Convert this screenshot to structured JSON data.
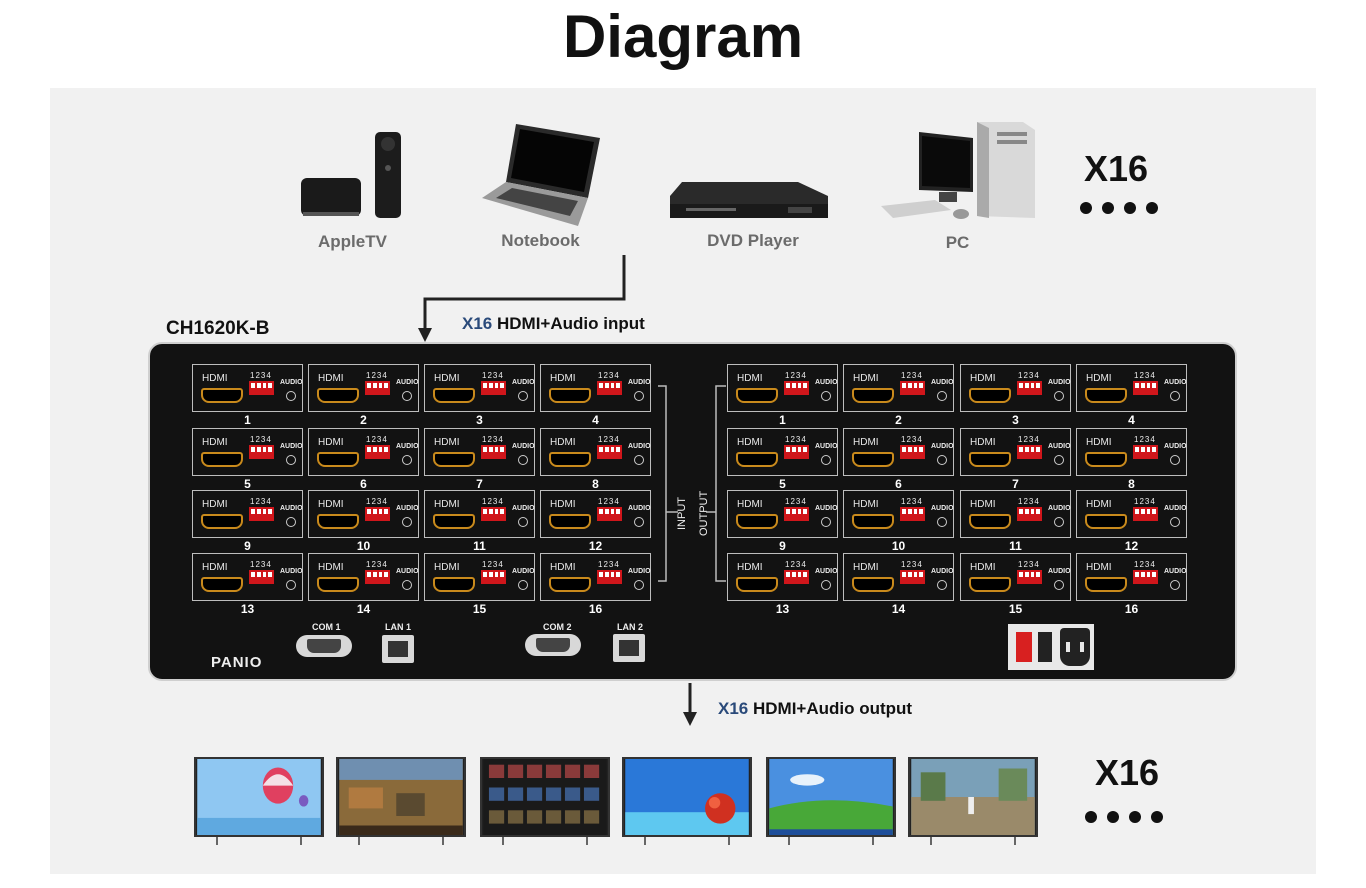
{
  "title": "Diagram",
  "sources": [
    {
      "label": "AppleTV",
      "icon": "appletv-icon"
    },
    {
      "label": "Notebook",
      "icon": "notebook-icon"
    },
    {
      "label": "DVD Player",
      "icon": "dvd-player-icon"
    },
    {
      "label": "PC",
      "icon": "pc-icon"
    }
  ],
  "source_multiplier": "X16",
  "input_flow": {
    "x": "X16",
    "text": " HDMI+Audio input"
  },
  "device": {
    "model": "CH1620K-B",
    "port_label": "HDMI",
    "dip_label": "1234",
    "audio_label": "AUDIO",
    "input_label": "INPUT",
    "output_label": "OUTPUT",
    "inputs": [
      "1",
      "2",
      "3",
      "4",
      "5",
      "6",
      "7",
      "8",
      "9",
      "10",
      "11",
      "12",
      "13",
      "14",
      "15",
      "16"
    ],
    "outputs": [
      "1",
      "2",
      "3",
      "4",
      "5",
      "6",
      "7",
      "8",
      "9",
      "10",
      "11",
      "12",
      "13",
      "14",
      "15",
      "16"
    ],
    "com1": "COM 1",
    "lan1": "LAN 1",
    "com2": "COM 2",
    "lan2": "LAN 2",
    "brand": "PANIO"
  },
  "output_flow": {
    "x": "X16",
    "text": " HDMI+Audio output"
  },
  "display_multiplier": "X16",
  "colors": {
    "arrow": "#222222",
    "device": "#121212",
    "accent": "#2a4a7a",
    "dip": "#d0161b",
    "hdmi": "#c98a1c"
  }
}
